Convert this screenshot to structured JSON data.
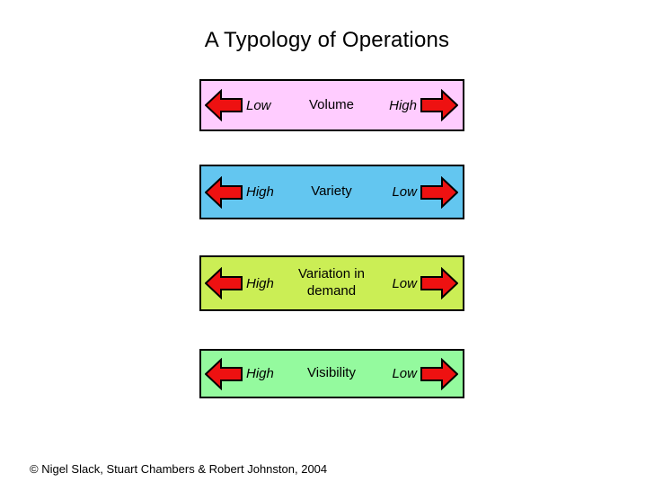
{
  "slide": {
    "title": "A Typology of Operations",
    "footer": "© Nigel Slack, Stuart Chambers & Robert Johnston, 2004"
  },
  "colors": {
    "background": "#ffffff",
    "text": "#000000",
    "arrow_fill": "#ee1111",
    "arrow_outline": "#000000",
    "bar_border": "#000000"
  },
  "icons": {
    "left": "block-arrow-left",
    "right": "block-arrow-right"
  },
  "bars": [
    {
      "name": "volume",
      "left_label": "Low",
      "center_label": "Volume",
      "right_label": "High",
      "fill": "#ffccff"
    },
    {
      "name": "variety",
      "left_label": "High",
      "center_label": "Variety",
      "right_label": "Low",
      "fill": "#63c6f0"
    },
    {
      "name": "variation-in-demand",
      "left_label": "High",
      "center_label": "Variation in demand",
      "right_label": "Low",
      "fill": "#cbee55"
    },
    {
      "name": "visibility",
      "left_label": "High",
      "center_label": "Visibility",
      "right_label": "Low",
      "fill": "#94fa9e"
    }
  ]
}
